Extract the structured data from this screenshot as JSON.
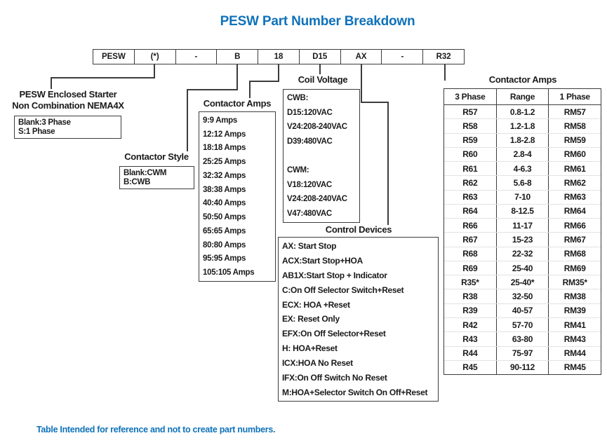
{
  "title": "PESW Part Number Breakdown",
  "part_number": {
    "segments": [
      "PESW",
      "(*)",
      "-",
      "B",
      "18",
      "D15",
      "AX",
      "-",
      "R32"
    ]
  },
  "sections": {
    "enclosed_starter": {
      "heading_line1": "PESW Enclosed Starter",
      "heading_line2": "Non Combination NEMA4X",
      "items": [
        "Blank:3 Phase",
        "S:1 Phase"
      ]
    },
    "contactor_style": {
      "heading": "Contactor Style",
      "items": [
        "Blank:CWM",
        "B:CWB"
      ]
    },
    "contactor_amps_list": {
      "heading": "Contactor Amps",
      "items": [
        "9:9 Amps",
        "12:12 Amps",
        "18:18 Amps",
        "25:25 Amps",
        "32:32 Amps",
        "38:38 Amps",
        "40:40 Amps",
        "50:50 Amps",
        "65:65 Amps",
        "80:80 Amps",
        "95:95 Amps",
        "105:105 Amps"
      ]
    },
    "coil_voltage": {
      "heading": "Coil Voltage",
      "items": [
        "CWB:",
        "D15:120VAC",
        "V24:208-240VAC",
        "D39:480VAC",
        "",
        "CWM:",
        "V18:120VAC",
        "V24:208-240VAC",
        "V47:480VAC"
      ]
    },
    "control_devices": {
      "heading": "Control Devices",
      "items": [
        "AX: Start Stop",
        "ACX:Start Stop+HOA",
        "AB1X:Start Stop + Indicator",
        "C:On Off Selector Switch+Reset",
        "ECX: HOA +Reset",
        "EX: Reset Only",
        "EFX:On Off Selector+Reset",
        "H: HOA+Reset",
        "ICX:HOA No Reset",
        "IFX:On Off Switch No Reset",
        "M:HOA+Selector Switch On Off+Reset"
      ]
    },
    "contactor_amps_table": {
      "heading": "Contactor Amps",
      "columns": [
        "3 Phase",
        "Range",
        "1 Phase"
      ],
      "rows": [
        [
          "R57",
          "0.8-1.2",
          "RM57"
        ],
        [
          "R58",
          "1.2-1.8",
          "RM58"
        ],
        [
          "R59",
          "1.8-2.8",
          "RM59"
        ],
        [
          "R60",
          "2.8-4",
          "RM60"
        ],
        [
          "R61",
          "4-6.3",
          "RM61"
        ],
        [
          "R62",
          "5.6-8",
          "RM62"
        ],
        [
          "R63",
          "7-10",
          "RM63"
        ],
        [
          "R64",
          "8-12.5",
          "RM64"
        ],
        [
          "R66",
          "11-17",
          "RM66"
        ],
        [
          "R67",
          "15-23",
          "RM67"
        ],
        [
          "R68",
          "22-32",
          "RM68"
        ],
        [
          "R69",
          "25-40",
          "RM69"
        ],
        [
          "R35*",
          "25-40*",
          "RM35*"
        ],
        [
          "R38",
          "32-50",
          "RM38"
        ],
        [
          "R39",
          "40-57",
          "RM39"
        ],
        [
          "R42",
          "57-70",
          "RM41"
        ],
        [
          "R43",
          "63-80",
          "RM43"
        ],
        [
          "R44",
          "75-97",
          "RM44"
        ],
        [
          "R45",
          "90-112",
          "RM45"
        ]
      ]
    }
  },
  "footnote": "Table Intended for reference and not to create part numbers.",
  "colors": {
    "accent_blue": "#0f72ba",
    "line_color": "#3c3c3c"
  }
}
